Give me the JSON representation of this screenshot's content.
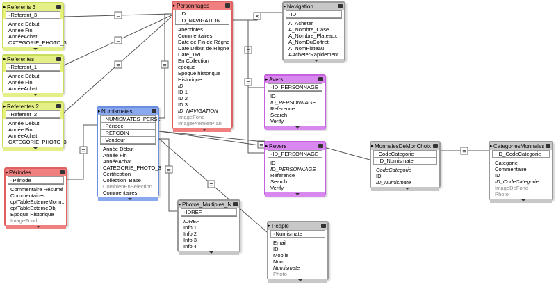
{
  "tables": {
    "ref3": {
      "title": "Referents 3",
      "keys": [
        "Referent_3"
      ],
      "fields": [
        "Année Début",
        "Année Fin",
        "AnnéeAchat",
        "CATEGORIE_PHOTO_3"
      ]
    },
    "ref1": {
      "title": "Referentes",
      "keys": [
        "Referent_1"
      ],
      "fields": [
        "Année Début",
        "Année Fin",
        "AnnéeAchat"
      ]
    },
    "ref2": {
      "title": "Referentes 2",
      "keys": [
        "Referent_2"
      ],
      "fields": [
        "Année Début",
        "Année Fin",
        "AnnéeAchat",
        "CATEGORIE_PHOTO_3"
      ]
    },
    "periodes": {
      "title": "Périodes",
      "keys": [
        "Période"
      ],
      "fields": [
        "Commentaire Résumé",
        "Commentaires",
        "cptTableExterneMonn...",
        "cptTableExterneObj",
        "Epoque Historique",
        "ImageFond"
      ]
    },
    "personnages": {
      "title": "Personnages",
      "keys": [
        "ID",
        "ID_NAVIGATION"
      ],
      "fields": [
        "Anecdotes",
        "Commentaires",
        "Date de Fin de Règne",
        "Date Début de Règne",
        "Date_TRI",
        "En Collection",
        "epoque",
        "Epoque historique",
        "Historique",
        "ID",
        "ID 1",
        "ID 2",
        "ID 3",
        "ID_NAVIGATION",
        "ImageFond",
        "ImagePremierPlan"
      ]
    },
    "navigation": {
      "title": "Navigation",
      "keys": [
        "ID"
      ],
      "fields": [
        "A_Acheter",
        "A_Nombre_Case",
        "A_Nombre_Plateaux",
        "A_NomDuCoffret",
        "A_NomPlateau",
        "AAcheterRapidement"
      ]
    },
    "avers": {
      "title": "Avers",
      "keys": [
        "ID_PERSONNAGE"
      ],
      "fields": [
        "ID",
        "ID_PERSONNAGE",
        "Reference",
        "Search",
        "Verify"
      ]
    },
    "revers": {
      "title": "Revers",
      "keys": [
        "ID_PERSONNAGE"
      ],
      "fields": [
        "ID",
        "ID_PERSONNAGE",
        "Reference",
        "Search",
        "Verify"
      ]
    },
    "numismates": {
      "title": "Numismates",
      "keys": [
        "NUMISMATES_PERS...",
        "Période",
        "REFCOIN",
        "Vendeur"
      ],
      "fields": [
        "Année Début",
        "Année Fin",
        "AnnéeAchat",
        "CATEGORIE_PHOTO_3",
        "Certification",
        "Collection_Base",
        "CombienEnSelection",
        "Commentaires"
      ]
    },
    "photos": {
      "title": "Photos_Multiples_N...",
      "keys": [
        "IDREF"
      ],
      "fields": [
        "IDREF",
        "Info 1",
        "Info 2",
        "Info 3",
        "Info 4"
      ]
    },
    "peaple": {
      "title": "Peaple",
      "keys": [
        "Numismate"
      ],
      "fields": [
        "Email",
        "ID",
        "Mobile",
        "Nom",
        "Numismate",
        "Photo"
      ]
    },
    "monnaies": {
      "title": "MonnaiesDeMonChoix",
      "keys": [
        "CodeCategorie",
        "ID_Numismate"
      ],
      "fields": [
        "CodeCategorie",
        "ID",
        "ID_Numismate"
      ]
    },
    "categories": {
      "title": "CategoriesMonnaies",
      "keys": [
        "ID_CodeCategorie"
      ],
      "fields": [
        "Categorie",
        "Commentaire",
        "ID",
        "ID_CodeCategorie",
        "ImageDeFond",
        "Photo"
      ]
    }
  },
  "relationships": {
    "equal_symbol": "=",
    "cross_symbol": "×"
  },
  "colors": {
    "line": "#555555",
    "yellow": "#e8f27a",
    "red": "#f08080",
    "gray": "#c8c8c8",
    "pink": "#d888ee",
    "blue": "#8aa8ee"
  }
}
